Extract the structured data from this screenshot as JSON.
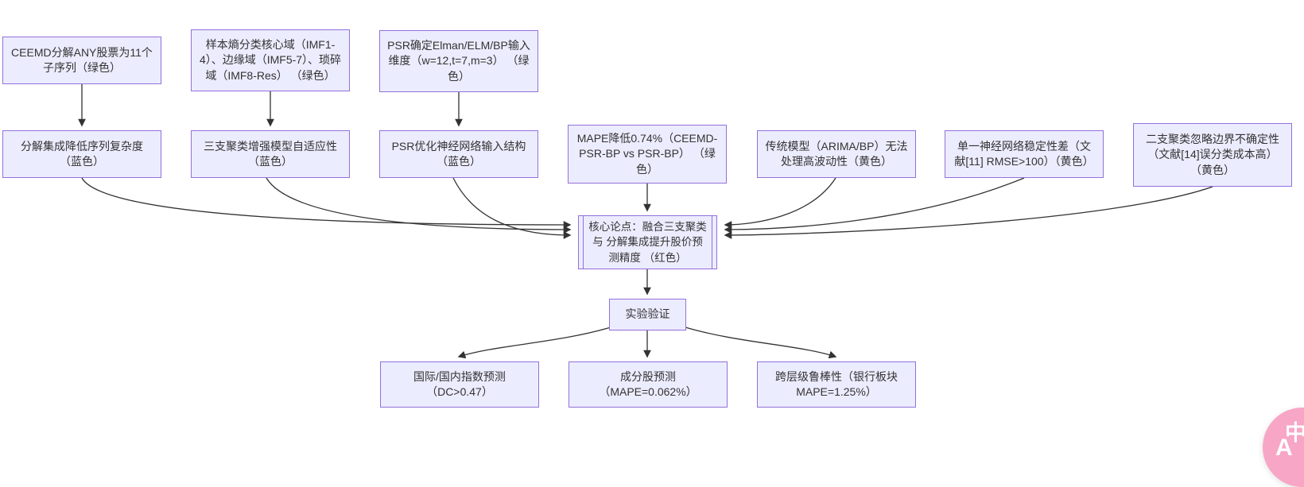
{
  "colors": {
    "node_fill": "#ECECFF",
    "node_border": "#9370DB",
    "arrow": "#333333",
    "text": "#333333",
    "translate_button": "#F7A6C5"
  },
  "diagram": {
    "type": "flowchart",
    "nodes": {
      "ceemd": {
        "label": "CEEMD分解ANY股票为11个 子序列（绿色）"
      },
      "sample_entropy": {
        "label": "样本熵分类核心域（IMF1-4）、边缘域（IMF5-7）、琐碎域（IMF8-Res） （绿色）"
      },
      "psr_dim": {
        "label": "PSR确定Elman/ELM/BP输入维度（w=12,t=7,m=3） （绿色）"
      },
      "decomp_ensemble": {
        "label": "分解集成降低序列复杂度 （蓝色）"
      },
      "three_way_cluster": {
        "label": "三支聚类增强模型自适应性 （蓝色）"
      },
      "psr_optimize": {
        "label": "PSR优化神经网络输入结构 （蓝色）"
      },
      "mape_reduce": {
        "label": "MAPE降低0.74%（CEEMD-PSR-BP vs PSR-BP） （绿色）"
      },
      "traditional_model": {
        "label": "传统模型（ARIMA/BP）无法处理高波动性（黄色）"
      },
      "single_nn": {
        "label": "单一神经网络稳定性差（文献[11] RMSE>100）（黄色）"
      },
      "two_way_cluster": {
        "label": "二支聚类忽略边界不确定性 （文献[14]误分类成本高） （黄色）"
      },
      "core_thesis": {
        "label": "核心论点：融合三支聚类与 分解集成提升股价预测精度 （红色）"
      },
      "experiment": {
        "label": "实验验证"
      },
      "index_prediction": {
        "label": "国际/国内指数预测 （DC>0.47）"
      },
      "stock_prediction": {
        "label": "成分股预测 （MAPE=0.062%）"
      },
      "robustness": {
        "label": "跨层级鲁棒性（银行板块 MAPE=1.25%）"
      }
    }
  },
  "translate_button": {
    "zh": "中",
    "en": "A"
  }
}
